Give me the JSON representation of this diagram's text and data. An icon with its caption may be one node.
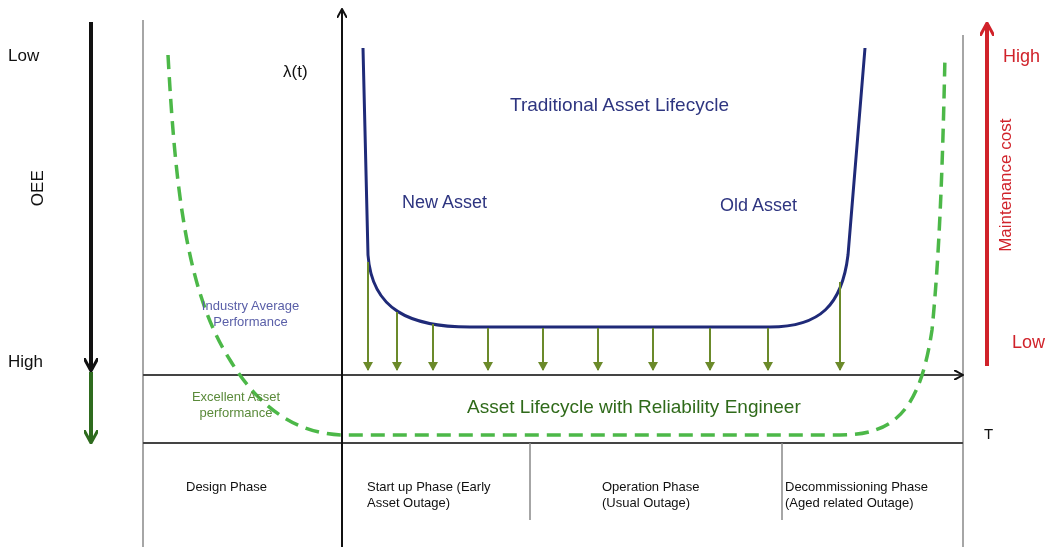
{
  "diagram": {
    "labels": [
      "Low",
      "λ(t)",
      "High",
      "Traditional Asset Lifecycle",
      "OEE",
      "New Asset",
      "Old Asset",
      "Maintenance cost",
      "Industry Average Performance",
      "High",
      "Low",
      "Excellent Asset performance",
      "Asset Lifecycle with Reliability Engineer",
      "T",
      "Design Phase",
      "Start up Phase (Early Asset Outage)",
      "Operation Phase (Usual Outage)",
      "Decommissioning Phase (Aged related Outage)"
    ]
  }
}
